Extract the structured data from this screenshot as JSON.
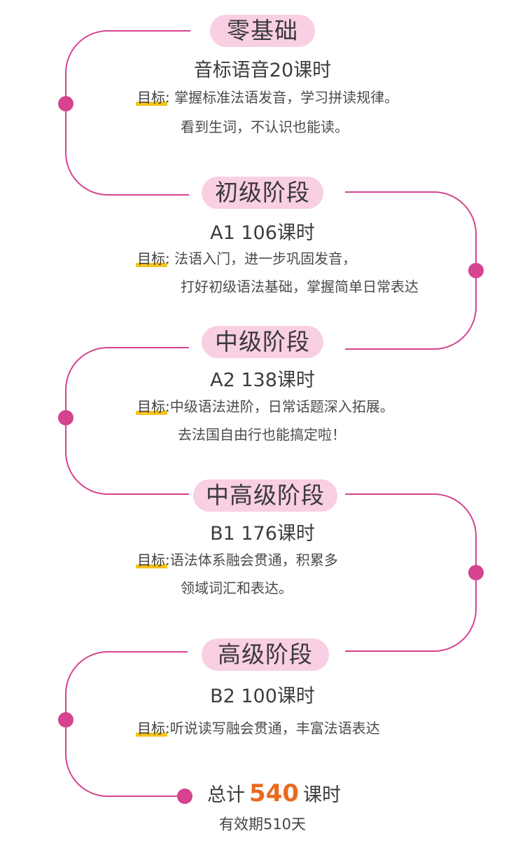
{
  "colors": {
    "line": "#d6438f",
    "dot": "#d6438f",
    "pill_bg": "#f9cfe3",
    "highlight": "#f6c31c",
    "accent": "#ea6a1e"
  },
  "stages": [
    {
      "name": "零基础",
      "hours": "音标语音20课时",
      "goal_label": "目标:",
      "goal": " 掌握标准法语发音，学习拼读规律。",
      "goal2": "看到生词，不认识也能读。"
    },
    {
      "name": "初级阶段",
      "hours": "A1 106课时",
      "goal_label": "目标:",
      "goal": " 法语入门，进一步巩固发音，",
      "goal2": "打好初级语法基础，掌握简单日常表达"
    },
    {
      "name": "中级阶段",
      "hours": "A2 138课时",
      "goal_label": "目标:",
      "goal": "中级语法进阶，日常话题深入拓展。",
      "goal2": "去法国自由行也能搞定啦！"
    },
    {
      "name": "中高级阶段",
      "hours": "B1 176课时",
      "goal_label": "目标:",
      "goal": "语法体系融会贯通，积累多",
      "goal2": "领域词汇和表达。"
    },
    {
      "name": "高级阶段",
      "hours": "B2 100课时",
      "goal_label": "目标:",
      "goal": "听说读写融会贯通，丰富法语表达",
      "goal2": ""
    }
  ],
  "total": {
    "prefix": "总计",
    "value": "540",
    "suffix": "课时"
  },
  "validity": "有效期510天"
}
